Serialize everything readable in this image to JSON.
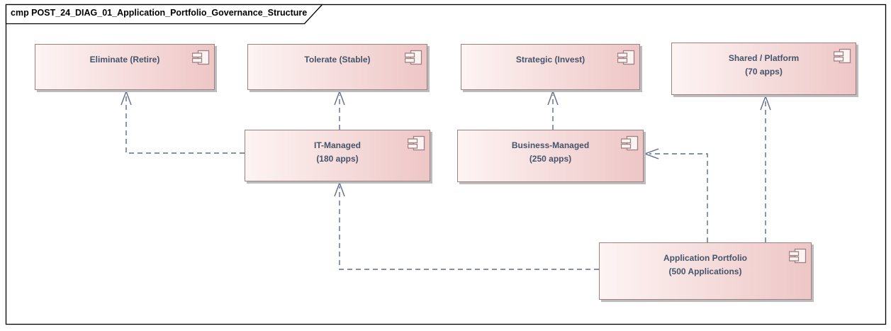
{
  "diagram": {
    "frame_title": "cmp POST_24_DIAG_01_Application_Portfolio_Governance_Structure",
    "diagram_type": "UML component diagram"
  },
  "colors": {
    "component_fill_light": "#fdf4f3",
    "component_fill_pink": "#eec6c6",
    "component_border": "#9d8080",
    "component_text": "#44546a",
    "connector": "#5c6b8c",
    "shadow": "#bcbcbc",
    "frame_border": "#000000"
  },
  "components": [
    {
      "id": "eliminate",
      "label": "Eliminate (Retire)",
      "sublabel": ""
    },
    {
      "id": "tolerate",
      "label": "Tolerate (Stable)",
      "sublabel": ""
    },
    {
      "id": "strategic",
      "label": "Strategic (Invest)",
      "sublabel": ""
    },
    {
      "id": "shared_platform",
      "label": "Shared / Platform",
      "sublabel": "(70 apps)"
    },
    {
      "id": "it_managed",
      "label": "IT-Managed",
      "sublabel": "(180 apps)"
    },
    {
      "id": "business_managed",
      "label": "Business-Managed",
      "sublabel": "(250 apps)"
    },
    {
      "id": "application_portfolio",
      "label": "Application Portfolio",
      "sublabel": "(500 Applications)"
    }
  ],
  "relationships": [
    {
      "from": "it_managed",
      "to": "eliminate",
      "type": "dependency",
      "style": "dashed open arrow"
    },
    {
      "from": "it_managed",
      "to": "tolerate",
      "type": "dependency",
      "style": "dashed open arrow"
    },
    {
      "from": "business_managed",
      "to": "strategic",
      "type": "dependency",
      "style": "dashed open arrow"
    },
    {
      "from": "application_portfolio",
      "to": "shared_platform",
      "type": "dependency",
      "style": "dashed open arrow"
    },
    {
      "from": "application_portfolio",
      "to": "business_managed",
      "type": "dependency",
      "style": "dashed open arrow"
    },
    {
      "from": "application_portfolio",
      "to": "it_managed",
      "type": "dependency",
      "style": "dashed open arrow"
    }
  ]
}
